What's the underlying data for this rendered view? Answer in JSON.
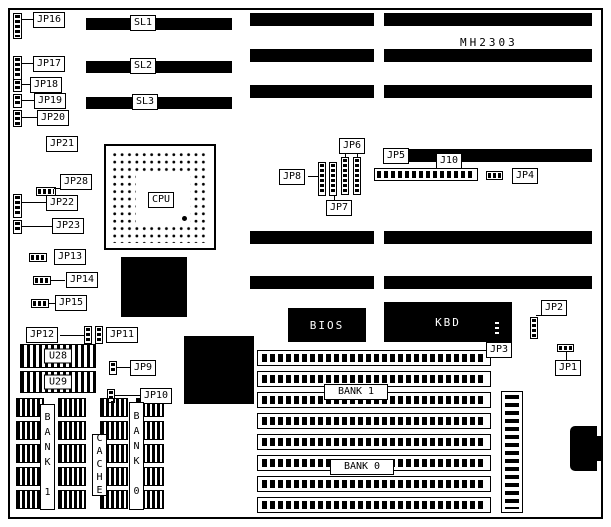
{
  "board": {
    "model": "MH2303"
  },
  "slots": {
    "sl1": "SL1",
    "sl2": "SL2",
    "sl3": "SL3"
  },
  "jumpers": {
    "jp1": "JP1",
    "jp2": "JP2",
    "jp3": "JP3",
    "jp4": "JP4",
    "jp5": "JP5",
    "jp6": "JP6",
    "jp7": "JP7",
    "jp8": "JP8",
    "jp9": "JP9",
    "jp10": "JP10",
    "jp11": "JP11",
    "jp12": "JP12",
    "jp13": "JP13",
    "jp14": "JP14",
    "jp15": "JP15",
    "jp16": "JP16",
    "jp17": "JP17",
    "jp18": "JP18",
    "jp19": "JP19",
    "jp20": "JP20",
    "jp21": "JP21",
    "jp22": "JP22",
    "jp23": "JP23",
    "jp28": "JP28"
  },
  "connectors": {
    "j10": "J10"
  },
  "chips": {
    "cpu": "CPU",
    "bios": "BIOS",
    "kbd": "KBD",
    "u28": "U28",
    "u29": "U29"
  },
  "memory": {
    "ram_bank1": "BANK 1",
    "ram_bank0": "BANK 0",
    "cache_bank1": "BANK 1",
    "cache": "CACHE",
    "cache_bank0": "BANK 0"
  }
}
